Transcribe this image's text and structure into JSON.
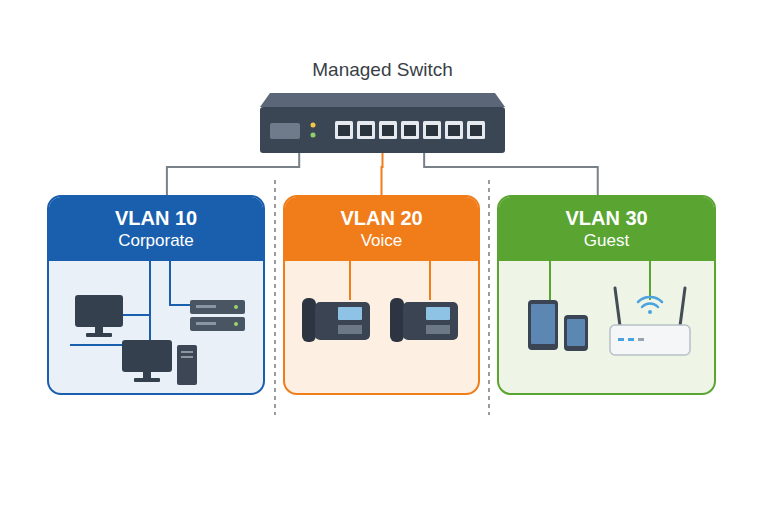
{
  "diagram": {
    "nodes": [
      {
        "text": [
          "Managed Switch"
        ]
      },
      {
        "text": [
          "VLAN 10",
          "Corporate"
        ]
      },
      {
        "text": [
          "VLAN 20",
          "Voice"
        ]
      },
      {
        "text": [
          "VLAN 30",
          "Guest"
        ]
      }
    ],
    "edges": [
      {
        "from": 0,
        "to": 1,
        "arrow": "none"
      },
      {
        "from": 0,
        "to": 2,
        "arrow": "none"
      },
      {
        "from": 0,
        "to": 3,
        "arrow": "none"
      }
    ]
  }
}
